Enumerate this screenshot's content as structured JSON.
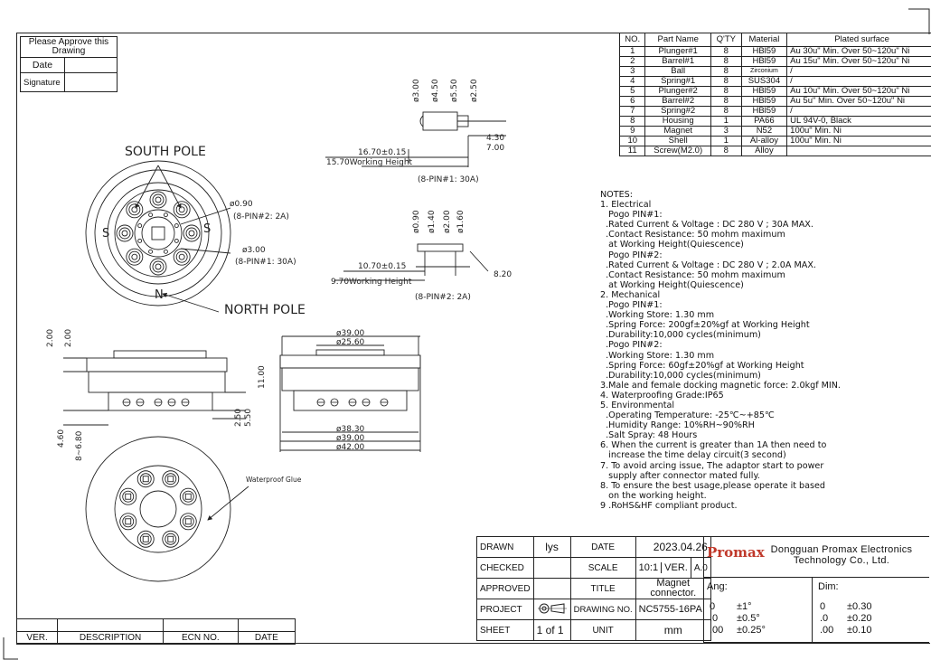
{
  "approval": {
    "title": "Please Approve this Drawing",
    "date_label": "Date",
    "signature_label": "Signature"
  },
  "parts_table": {
    "headers": [
      "NO.",
      "Part Name",
      "Q'TY",
      "Material",
      "Plated surface"
    ],
    "rows": [
      [
        "1",
        "Plunger#1",
        "8",
        "HBl59",
        "Au 30u\" Min. Over 50~120u\" Ni"
      ],
      [
        "2",
        "Barrel#1",
        "8",
        "HBl59",
        "Au 15u\" Min. Over 50~120u\" Ni"
      ],
      [
        "3",
        "Ball",
        "8",
        "Zirconium",
        "/"
      ],
      [
        "4",
        "Spring#1",
        "8",
        "SUS304",
        "/"
      ],
      [
        "5",
        "Plunger#2",
        "8",
        "HBl59",
        "Au 10u\" Min. Over 50~120u\" Ni"
      ],
      [
        "6",
        "Barrel#2",
        "8",
        "HBl59",
        "Au 5u\" Min. Over 50~120u\" Ni"
      ],
      [
        "7",
        "Spring#2",
        "8",
        "HBl59",
        "/"
      ],
      [
        "8",
        "Housing",
        "1",
        "PA66",
        "UL 94V-0, Black"
      ],
      [
        "9",
        "Magnet",
        "3",
        "N52",
        "100u\" Min. Ni"
      ],
      [
        "10",
        "Shell",
        "1",
        "Al-alloy",
        "100u\" Min. Ni"
      ],
      [
        "11",
        "Screw(M2.0)",
        "8",
        "Alloy",
        ""
      ]
    ]
  },
  "notes": [
    "NOTES:",
    "1. Electrical",
    "   Pogo PIN#1:",
    "  .Rated Current & Voltage : DC 280 V ; 30A MAX.",
    "  .Contact Resistance: 50 mohm maximum",
    "   at Working Height(Quiescence)",
    "   Pogo PIN#2:",
    "  .Rated Current & Voltage : DC 280 V ; 2.0A MAX.",
    "  .Contact Resistance: 50 mohm maximum",
    "   at Working Height(Quiescence)",
    "2. Mechanical",
    "  .Pogo PIN#1:",
    "  .Working Store: 1.30 mm",
    "  .Spring Force: 200gf±20%gf at Working Height",
    "  .Durability:10,000 cycles(minimum)",
    "  .Pogo PIN#2:",
    "  .Working Store: 1.30 mm",
    "  .Spring Force: 60gf±20%gf at Working Height",
    "  .Durability:10,000 cycles(minimum)",
    "3.Male and female docking magnetic force: 2.0kgf MIN.",
    "4. Waterproofing Grade:IP65",
    "5. Environmental",
    "  .Operating Temperature: -25℃~+85℃",
    "  .Humidity Range: 10%RH~90%RH",
    "  .Salt Spray: 48 Hours",
    "6. When the current is greater than 1A then need to",
    "   increase the time delay circuit(3 second)",
    "7. To avoid arcing issue, The adaptor start to power",
    "   supply after connector mated fully.",
    "8. To ensure the best usage,please operate it based",
    "   on the working height.",
    "9 .RoHS&HF compliant product."
  ],
  "drawing_labels": {
    "south_pole": "SOUTH POLE",
    "north_pole": "NORTH POLE",
    "s": "S",
    "n": "N",
    "d090": "ø0.90",
    "pin2_2a": "(8-PIN#2: 2A)",
    "d300": "ø3.00",
    "pin1_30a": "(8-PIN#1: 30A)",
    "waterproof": "Waterproof Glue",
    "side1_d300": "ø3.00",
    "side1_d450": "ø4.50",
    "side1_d550": "ø5.50",
    "side1_d250": "ø2.50",
    "side1_430": "4.30",
    "side1_700": "7.00",
    "side1_1670": "16.70±0.15",
    "side1_wh": "15.70Working Height",
    "side1_cap": "(8-PIN#1: 30A)",
    "side2_d090": "ø0.90",
    "side2_d140": "ø1.40",
    "side2_d200": "ø2.00",
    "side2_d160": "ø1.60",
    "side2_1070": "10.70±0.15",
    "side2_wh": "9.70Working Height",
    "side2_820": "8.20",
    "side2_cap": "(8-PIN#2: 2A)",
    "dim_200a": "2.00",
    "dim_200b": "2.00",
    "dim_460": "4.60",
    "dim_8680": "8~6.80",
    "dim_1100": "11.00",
    "dim_250": "2.50",
    "dim_550": "5.50",
    "dim_3900t": "ø39.00",
    "dim_2560": "ø25.60",
    "dim_3830": "ø38.30",
    "dim_3900b": "ø39.00",
    "dim_4200": "ø42.00"
  },
  "title_block": {
    "drawn_label": "DRAWN",
    "drawn_value": "lys",
    "date_label": "DATE",
    "date_value": "2023.04.26",
    "checked_label": "CHECKED",
    "scale_label": "SCALE",
    "scale_value": "10:1",
    "ver_label": "VER.",
    "ver_value": "A.0",
    "approved_label": "APPROVED",
    "title_label": "TITLE",
    "title_value": "Magnet connector.",
    "project_label": "PROJECT",
    "drawing_no_label": "DRAWING NO.",
    "drawing_no_value": "NC5755-16PA",
    "sheet_label": "SHEET",
    "sheet_value": "1 of 1",
    "unit_label": "UNIT",
    "unit_value": "mm",
    "company": "Dongguan Promax Electronics Technology Co., Ltd.",
    "logo": "Promax",
    "ang_label": "Ang:",
    "dim_label": "Dim:",
    "ang": [
      [
        "0",
        "±1°"
      ],
      [
        ".0",
        "±0.5°"
      ],
      [
        ".00",
        "±0.25°"
      ]
    ],
    "dim": [
      [
        "0",
        "±0.30"
      ],
      [
        ".0",
        "±0.20"
      ],
      [
        ".00",
        "±0.10"
      ]
    ]
  },
  "revision": {
    "headers": [
      "VER.",
      "DESCRIPTION",
      "ECN NO.",
      "DATE"
    ]
  }
}
